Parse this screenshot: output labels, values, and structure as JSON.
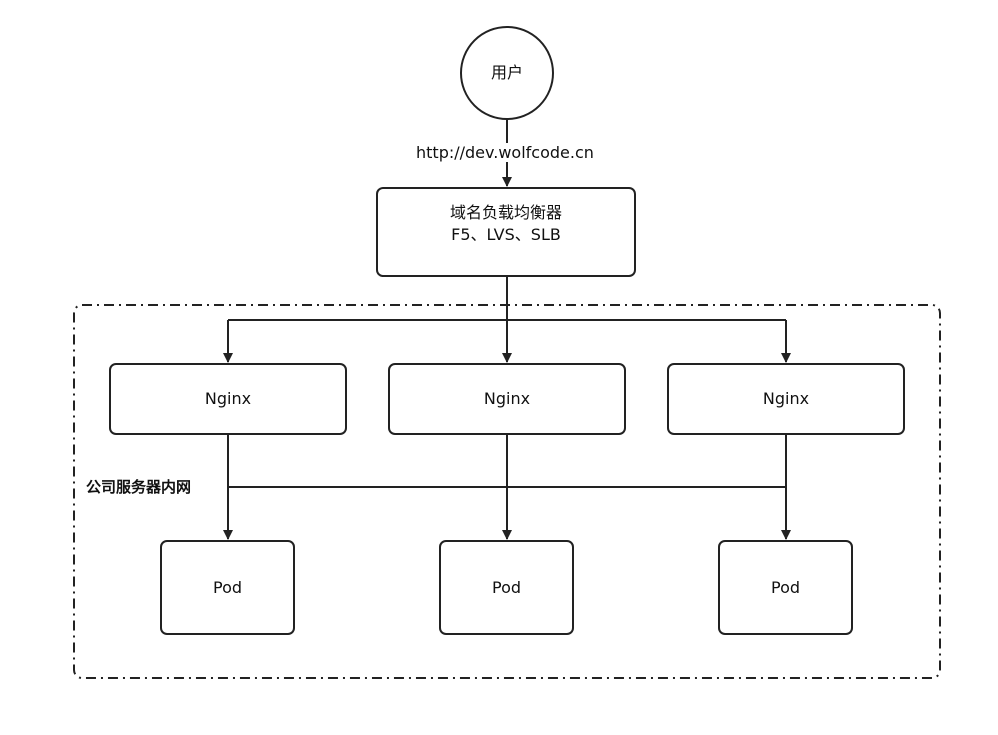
{
  "diagram": {
    "user": {
      "label": "用户"
    },
    "edge_user_to_lb": {
      "label": "http://dev.wolfcode.cn"
    },
    "load_balancer": {
      "line1": "域名负载均衡器",
      "line2": "F5、LVS、SLB"
    },
    "zone": {
      "label": "公司服务器内网"
    },
    "nginx_nodes": [
      {
        "label": "Nginx"
      },
      {
        "label": "Nginx"
      },
      {
        "label": "Nginx"
      }
    ],
    "pod_nodes": [
      {
        "label": "Pod"
      },
      {
        "label": "Pod"
      },
      {
        "label": "Pod"
      }
    ]
  }
}
